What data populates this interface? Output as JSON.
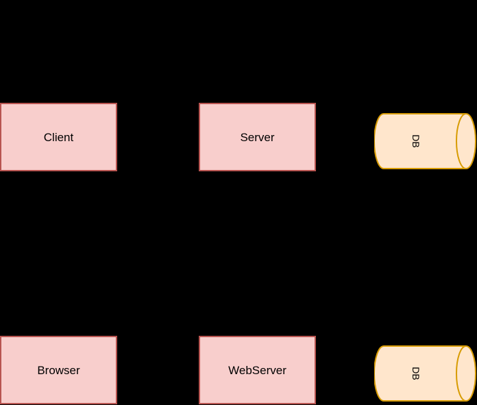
{
  "styles": {
    "canvas_background": "#000000",
    "box_fill": "#f8cecc",
    "box_stroke": "#b85450",
    "cylinder_fill": "#ffe6cc",
    "cylinder_stroke": "#d79b00",
    "label_color": "#000000"
  },
  "nodes": {
    "client": "Client",
    "server": "Server",
    "db_top": "DB",
    "browser": "Browser",
    "webserver": "WebServer",
    "db_bottom": "DB"
  }
}
